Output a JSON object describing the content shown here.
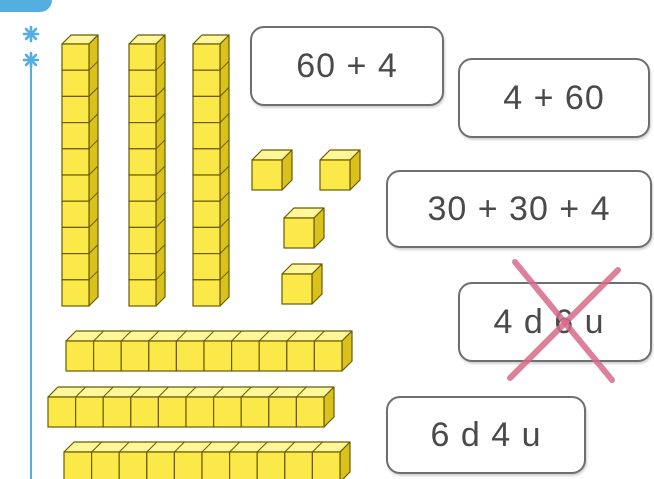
{
  "expressions": [
    {
      "id": "b1",
      "text": "60 + 4",
      "crossed_out": false
    },
    {
      "id": "b2",
      "text": "4 + 60",
      "crossed_out": false
    },
    {
      "id": "b3",
      "text": "30 + 30 + 4",
      "crossed_out": false
    },
    {
      "id": "b4",
      "text": "4 d 6 u",
      "crossed_out": true
    },
    {
      "id": "b5",
      "text": "6 d 4 u",
      "crossed_out": false
    }
  ],
  "blocks": {
    "tens_rods": 6,
    "unit_cubes": 4,
    "cubes_per_rod": 10
  },
  "colors": {
    "cube_face": "#fbe94a",
    "cube_top": "#fff79a",
    "cube_side": "#d9c21c",
    "cube_outline": "#6b5a00",
    "margin_line": "#55aee0",
    "cross": "#d86a8a"
  },
  "icons": [
    "asterisk-icon",
    "asterisk-icon",
    "cross-mark-icon"
  ]
}
